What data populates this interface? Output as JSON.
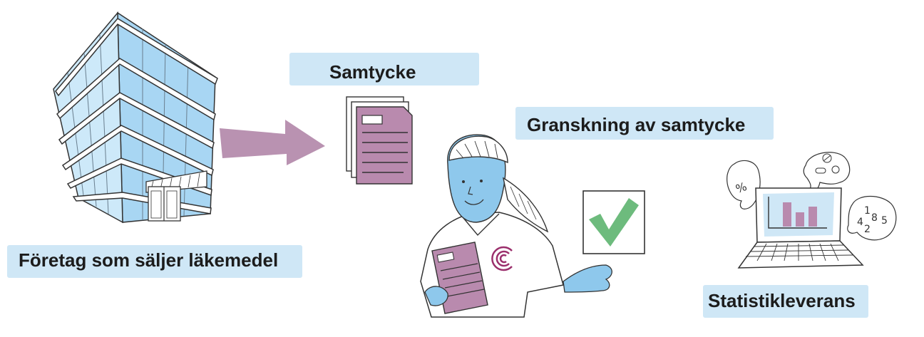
{
  "labels": {
    "company": "Företag som säljer läkemedel",
    "consent": "Samtycke",
    "review": "Granskning av samtycke",
    "delivery": "Statistikleverans"
  },
  "bubbles": {
    "percent": "%",
    "numbers": [
      "1",
      "8",
      "4",
      "2",
      "5"
    ]
  },
  "colors": {
    "band_blue": "#cfe7f6",
    "sky_blue": "#8ec8ec",
    "purple": "#a26f95",
    "green": "#5db46f",
    "magenta_logo": "#9b2f6c"
  }
}
